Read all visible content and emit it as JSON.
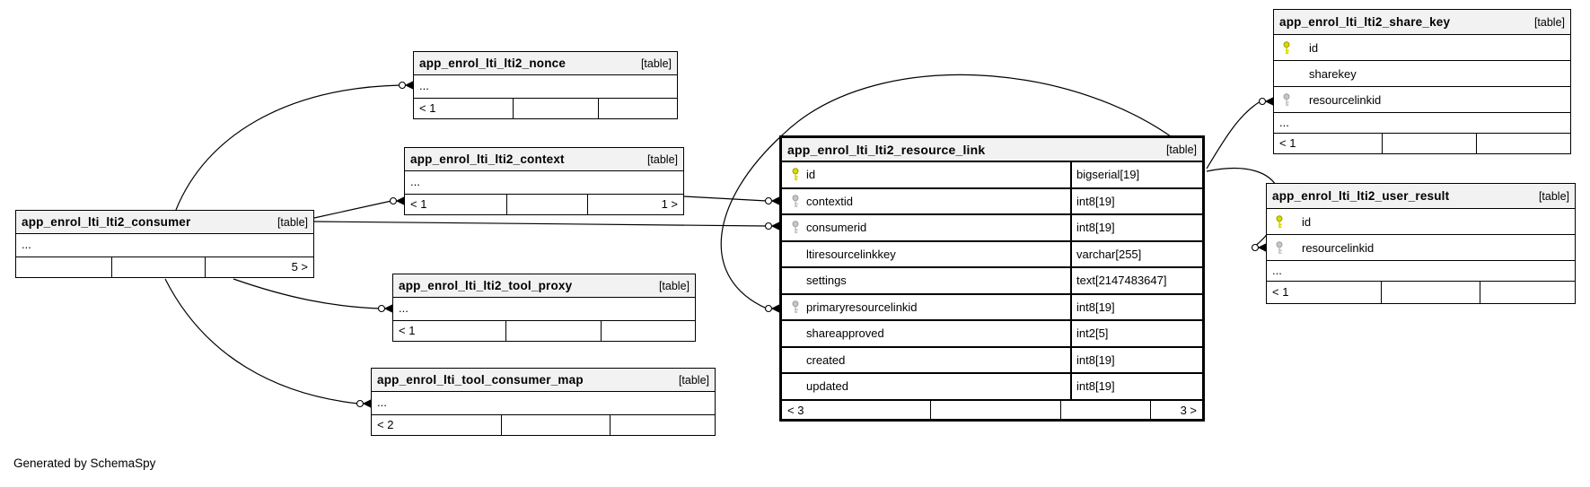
{
  "diagram": {
    "generator_note": "Generated by SchemaSpy",
    "colors": {
      "header_bg": "#f2f2f2",
      "primary_key": "#d9d900",
      "foreign_key": "#c6c6c6",
      "border": "#000000",
      "background": "#ffffff"
    },
    "tables": {
      "consumer": {
        "name": "app_enrol_lti_lti2_consumer",
        "tag": "[table]",
        "ellipsis": "...",
        "footer_left": "",
        "footer_right": "5 >"
      },
      "nonce": {
        "name": "app_enrol_lti_lti2_nonce",
        "tag": "[table]",
        "ellipsis": "...",
        "footer_left": "< 1",
        "footer_right": ""
      },
      "context": {
        "name": "app_enrol_lti_lti2_context",
        "tag": "[table]",
        "ellipsis": "...",
        "footer_left": "< 1",
        "footer_right": "1 >"
      },
      "tool_proxy": {
        "name": "app_enrol_lti_lti2_tool_proxy",
        "tag": "[table]",
        "ellipsis": "...",
        "footer_left": "< 1",
        "footer_right": ""
      },
      "consumer_map": {
        "name": "app_enrol_lti_tool_consumer_map",
        "tag": "[table]",
        "ellipsis": "...",
        "footer_left": "< 2",
        "footer_right": ""
      },
      "resource_link": {
        "name": "app_enrol_lti_lti2_resource_link",
        "tag": "[table]",
        "footer_left": "< 3",
        "footer_right": "3 >",
        "columns": [
          {
            "name": "id",
            "type": "bigserial[19]",
            "key": "primary"
          },
          {
            "name": "contextid",
            "type": "int8[19]",
            "key": "foreign"
          },
          {
            "name": "consumerid",
            "type": "int8[19]",
            "key": "foreign"
          },
          {
            "name": "ltiresourcelinkkey",
            "type": "varchar[255]",
            "key": ""
          },
          {
            "name": "settings",
            "type": "text[2147483647]",
            "key": ""
          },
          {
            "name": "primaryresourcelinkid",
            "type": "int8[19]",
            "key": "foreign"
          },
          {
            "name": "shareapproved",
            "type": "int2[5]",
            "key": ""
          },
          {
            "name": "created",
            "type": "int8[19]",
            "key": ""
          },
          {
            "name": "updated",
            "type": "int8[19]",
            "key": ""
          }
        ]
      },
      "share_key": {
        "name": "app_enrol_lti_lti2_share_key",
        "tag": "[table]",
        "ellipsis": "...",
        "footer_left": "< 1",
        "footer_right": "",
        "columns": [
          {
            "name": "id",
            "key": "primary"
          },
          {
            "name": "sharekey",
            "key": ""
          },
          {
            "name": "resourcelinkid",
            "key": "foreign"
          }
        ]
      },
      "user_result": {
        "name": "app_enrol_lti_lti2_user_result",
        "tag": "[table]",
        "ellipsis": "...",
        "footer_left": "< 1",
        "footer_right": "",
        "columns": [
          {
            "name": "id",
            "key": "primary"
          },
          {
            "name": "resourcelinkid",
            "key": "foreign"
          }
        ]
      }
    },
    "relationships": [
      {
        "from": "app_enrol_lti_lti2_consumer",
        "to": "app_enrol_lti_lti2_nonce"
      },
      {
        "from": "app_enrol_lti_lti2_consumer",
        "to": "app_enrol_lti_lti2_context"
      },
      {
        "from": "app_enrol_lti_lti2_consumer",
        "to": "app_enrol_lti_lti2_tool_proxy"
      },
      {
        "from": "app_enrol_lti_lti2_consumer",
        "to": "app_enrol_lti_tool_consumer_map"
      },
      {
        "from": "app_enrol_lti_lti2_consumer",
        "to": "app_enrol_lti_lti2_resource_link.consumerid"
      },
      {
        "from": "app_enrol_lti_lti2_context",
        "to": "app_enrol_lti_lti2_resource_link.contextid"
      },
      {
        "from": "app_enrol_lti_lti2_resource_link.id",
        "to": "app_enrol_lti_lti2_resource_link.primaryresourcelinkid"
      },
      {
        "from": "app_enrol_lti_lti2_resource_link.id",
        "to": "app_enrol_lti_lti2_share_key.resourcelinkid"
      },
      {
        "from": "app_enrol_lti_lti2_resource_link.id",
        "to": "app_enrol_lti_lti2_user_result.resourcelinkid"
      }
    ]
  }
}
